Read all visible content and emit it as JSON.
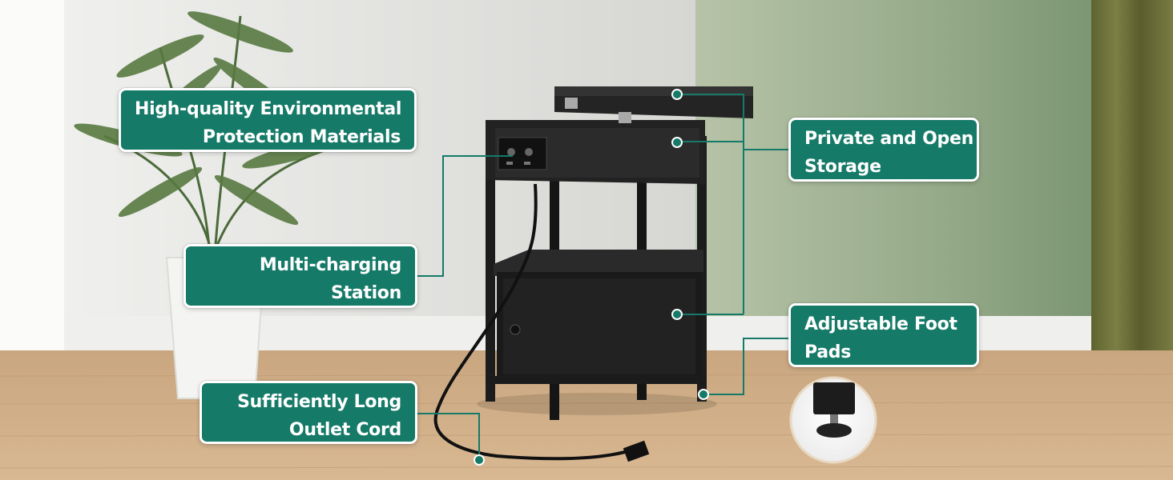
{
  "callouts": {
    "materials": {
      "line1": "High-quality Environmental",
      "line2": "Protection Materials"
    },
    "charging": {
      "line1": "Multi-charging",
      "line2": "Station"
    },
    "cord": {
      "line1": "Sufficiently Long",
      "line2": "Outlet Cord"
    },
    "storage": {
      "line1": "Private and Open",
      "line2": "Storage"
    },
    "foot": {
      "line1": "Adjustable Foot",
      "line2": "Pads"
    }
  },
  "colors": {
    "callout_bg": "#157a68",
    "callout_text": "#ffffff",
    "leader_line": "#157a68",
    "left_wall": "#dcdcda",
    "right_wall": "#93a889",
    "floor": "#c8a47c",
    "furniture": "#1f1f1f"
  },
  "icons": [
    "side-table",
    "flip-top-lid",
    "power-outlet",
    "power-plug",
    "fabric-drawer",
    "adjustable-foot-pad",
    "potted-plant",
    "curtain"
  ]
}
